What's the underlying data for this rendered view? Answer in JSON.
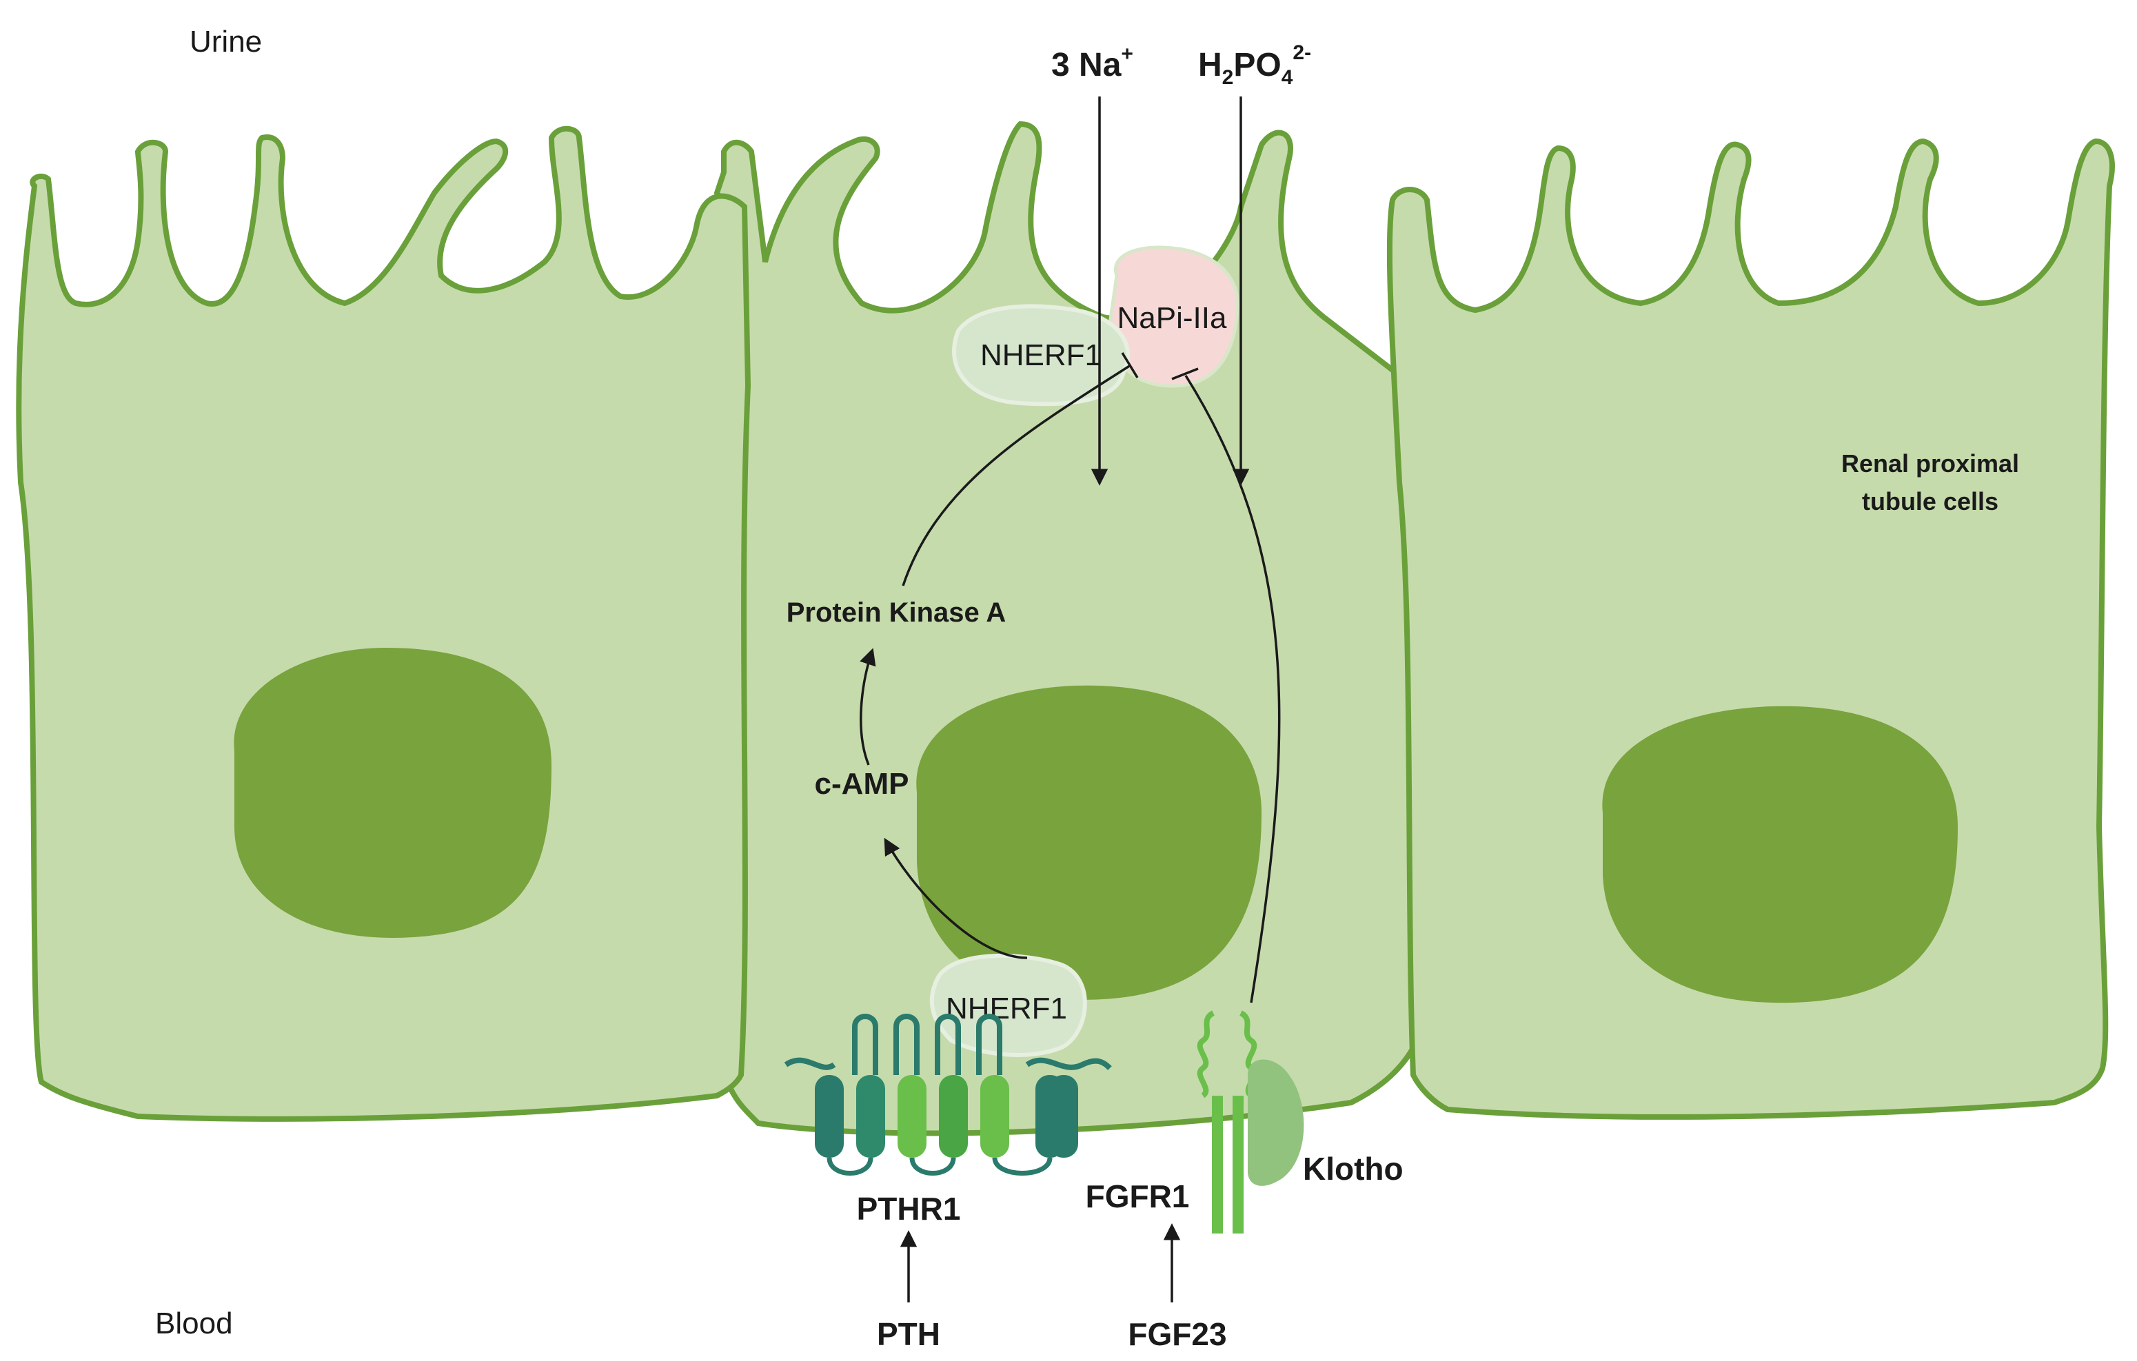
{
  "regions": {
    "urine": "Urine",
    "blood": "Blood"
  },
  "cell_label": {
    "line1": "Renal proximal",
    "line2": "tubule cells"
  },
  "ions": {
    "sodium_prefix": "3 Na",
    "sodium_sup": "+",
    "phosphate_h": "H",
    "phosphate_h_sub": "2",
    "phosphate_po": "PO",
    "phosphate_po_sub": "4",
    "phosphate_sup": "2-"
  },
  "molecules": {
    "napi": "NaPi-IIa",
    "nherf1_top": "NHERF1",
    "nherf1_bottom": "NHERF1",
    "pka": "Protein Kinase A",
    "camp": "c-AMP",
    "pthr1": "PTHR1",
    "pth": "PTH",
    "fgfr1": "FGFR1",
    "fgf23": "FGF23",
    "klotho": "Klotho"
  },
  "colors": {
    "cell_fill": "#c6dbac",
    "cell_outline": "#6aa03a",
    "nucleus": "#79a33d",
    "napi_fill": "#f6d9d6",
    "nherf_fill": "#d5e6cd",
    "receptor_dark": "#2a7b6b",
    "receptor_light": "#6abf4b",
    "klotho_fill": "#91c37e",
    "arrow": "#1a1a1a"
  }
}
